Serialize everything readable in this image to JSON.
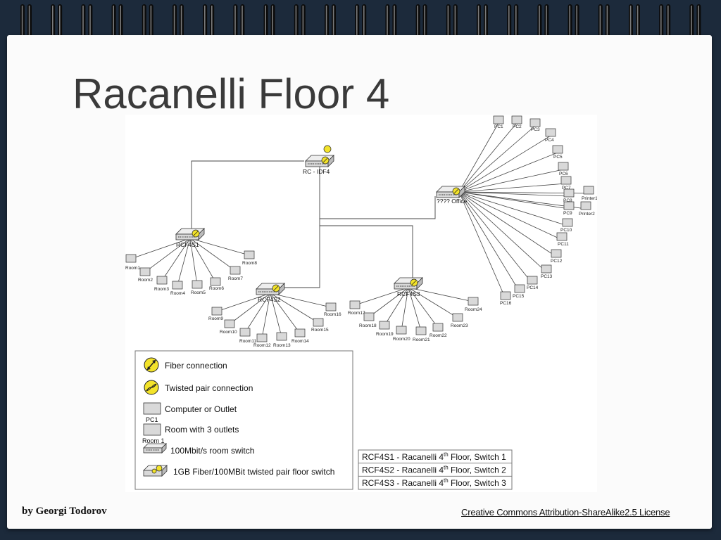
{
  "slide": {
    "title": "Racanelli Floor 4",
    "author": "by Georgi Todorov",
    "license": "Creative Commons Attribution-ShareAlike2.5 License"
  },
  "colors": {
    "background": "#1c2a3b",
    "paper": "#fbfbfb",
    "fiber": "#f3e32a",
    "device": "#d9d9d9",
    "line": "#444444"
  },
  "diagram": {
    "core_switch": "RC - IDF4",
    "office_switch": "???? Office",
    "switches": [
      "RCF4S1",
      "RCF4S2",
      "RCF4S3"
    ],
    "s1_rooms": [
      "Room1",
      "Room2",
      "Room3",
      "Room4",
      "Room5",
      "Room6",
      "Room7",
      "Room8"
    ],
    "s2_rooms": [
      "Room9",
      "Room10",
      "Room11",
      "Room12",
      "Room13",
      "Room14",
      "Room15",
      "Room16"
    ],
    "s3_rooms": [
      "Room17",
      "Room18",
      "Room19",
      "Room20",
      "Room21",
      "Room22",
      "Room23",
      "Room24"
    ],
    "office_pcs": [
      "PC1",
      "PC2",
      "PC3",
      "PC4",
      "PC5",
      "PC6",
      "PC7",
      "PC8",
      "PC9",
      "PC10",
      "PC11",
      "PC12",
      "PC13",
      "PC14",
      "PC15",
      "PC16"
    ],
    "printers": [
      "Printer1",
      "Printer2"
    ]
  },
  "legend": {
    "fiber": "Fiber connection",
    "twisted": "Twisted pair connection",
    "computer": "Computer or Outlet",
    "computer_tag": "PC1",
    "room": "Room with 3 outlets",
    "room_tag": "Room 1",
    "room_switch": "100Mbit/s room switch",
    "floor_switch": "1GB Fiber/100MBit twisted pair floor switch"
  },
  "key": [
    {
      "code": "RCF4S1",
      "text": "Racanelli 4",
      "sup": "th",
      "tail": " Floor, Switch 1"
    },
    {
      "code": "RCF4S2",
      "text": "Racanelli 4",
      "sup": "th",
      "tail": " Floor, Switch 2"
    },
    {
      "code": "RCF4S3",
      "text": "Racanelli 4",
      "sup": "th",
      "tail": " Floor, Switch 3"
    }
  ]
}
